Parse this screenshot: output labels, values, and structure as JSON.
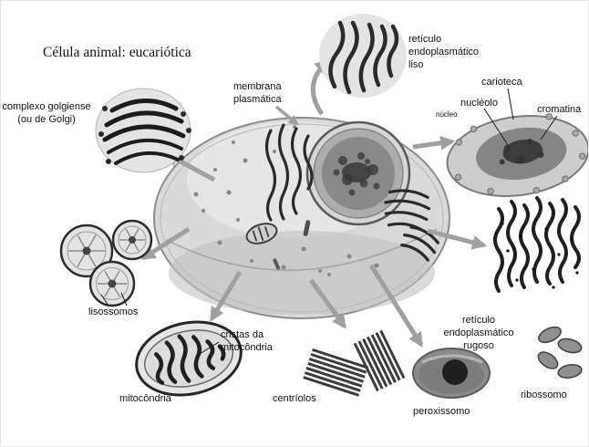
{
  "title": "Célula animal: eucariótica",
  "labels": {
    "membrana_plasmatica": "membrana\nplasmática",
    "reticulo_endoplasmatico_liso": "retículo\nendoplasmático\nliso",
    "complexo_golgiense": "complexo golgiense\n(ou de Golgi)",
    "nucleo": "núcleo",
    "nucleolo": "nucléolo",
    "carioteca": "carioteca",
    "cromatina": "cromatina",
    "lisossomos": "lisossomos",
    "mitocondria": "mitocôndria",
    "cristas_da_mitocondria": "cristas da\nmitocôndria",
    "centriolos": "centríolos",
    "peroxissomo": "peroxissomo",
    "reticulo_endoplasmatico_rugoso": "retículo\nendoplasmático\nrugoso",
    "ribossomo": "ribossomo"
  },
  "colors": {
    "arrow": "#a0a0a0",
    "ink": "#1f1f1f",
    "cell_fill": "#d9d9d9"
  }
}
